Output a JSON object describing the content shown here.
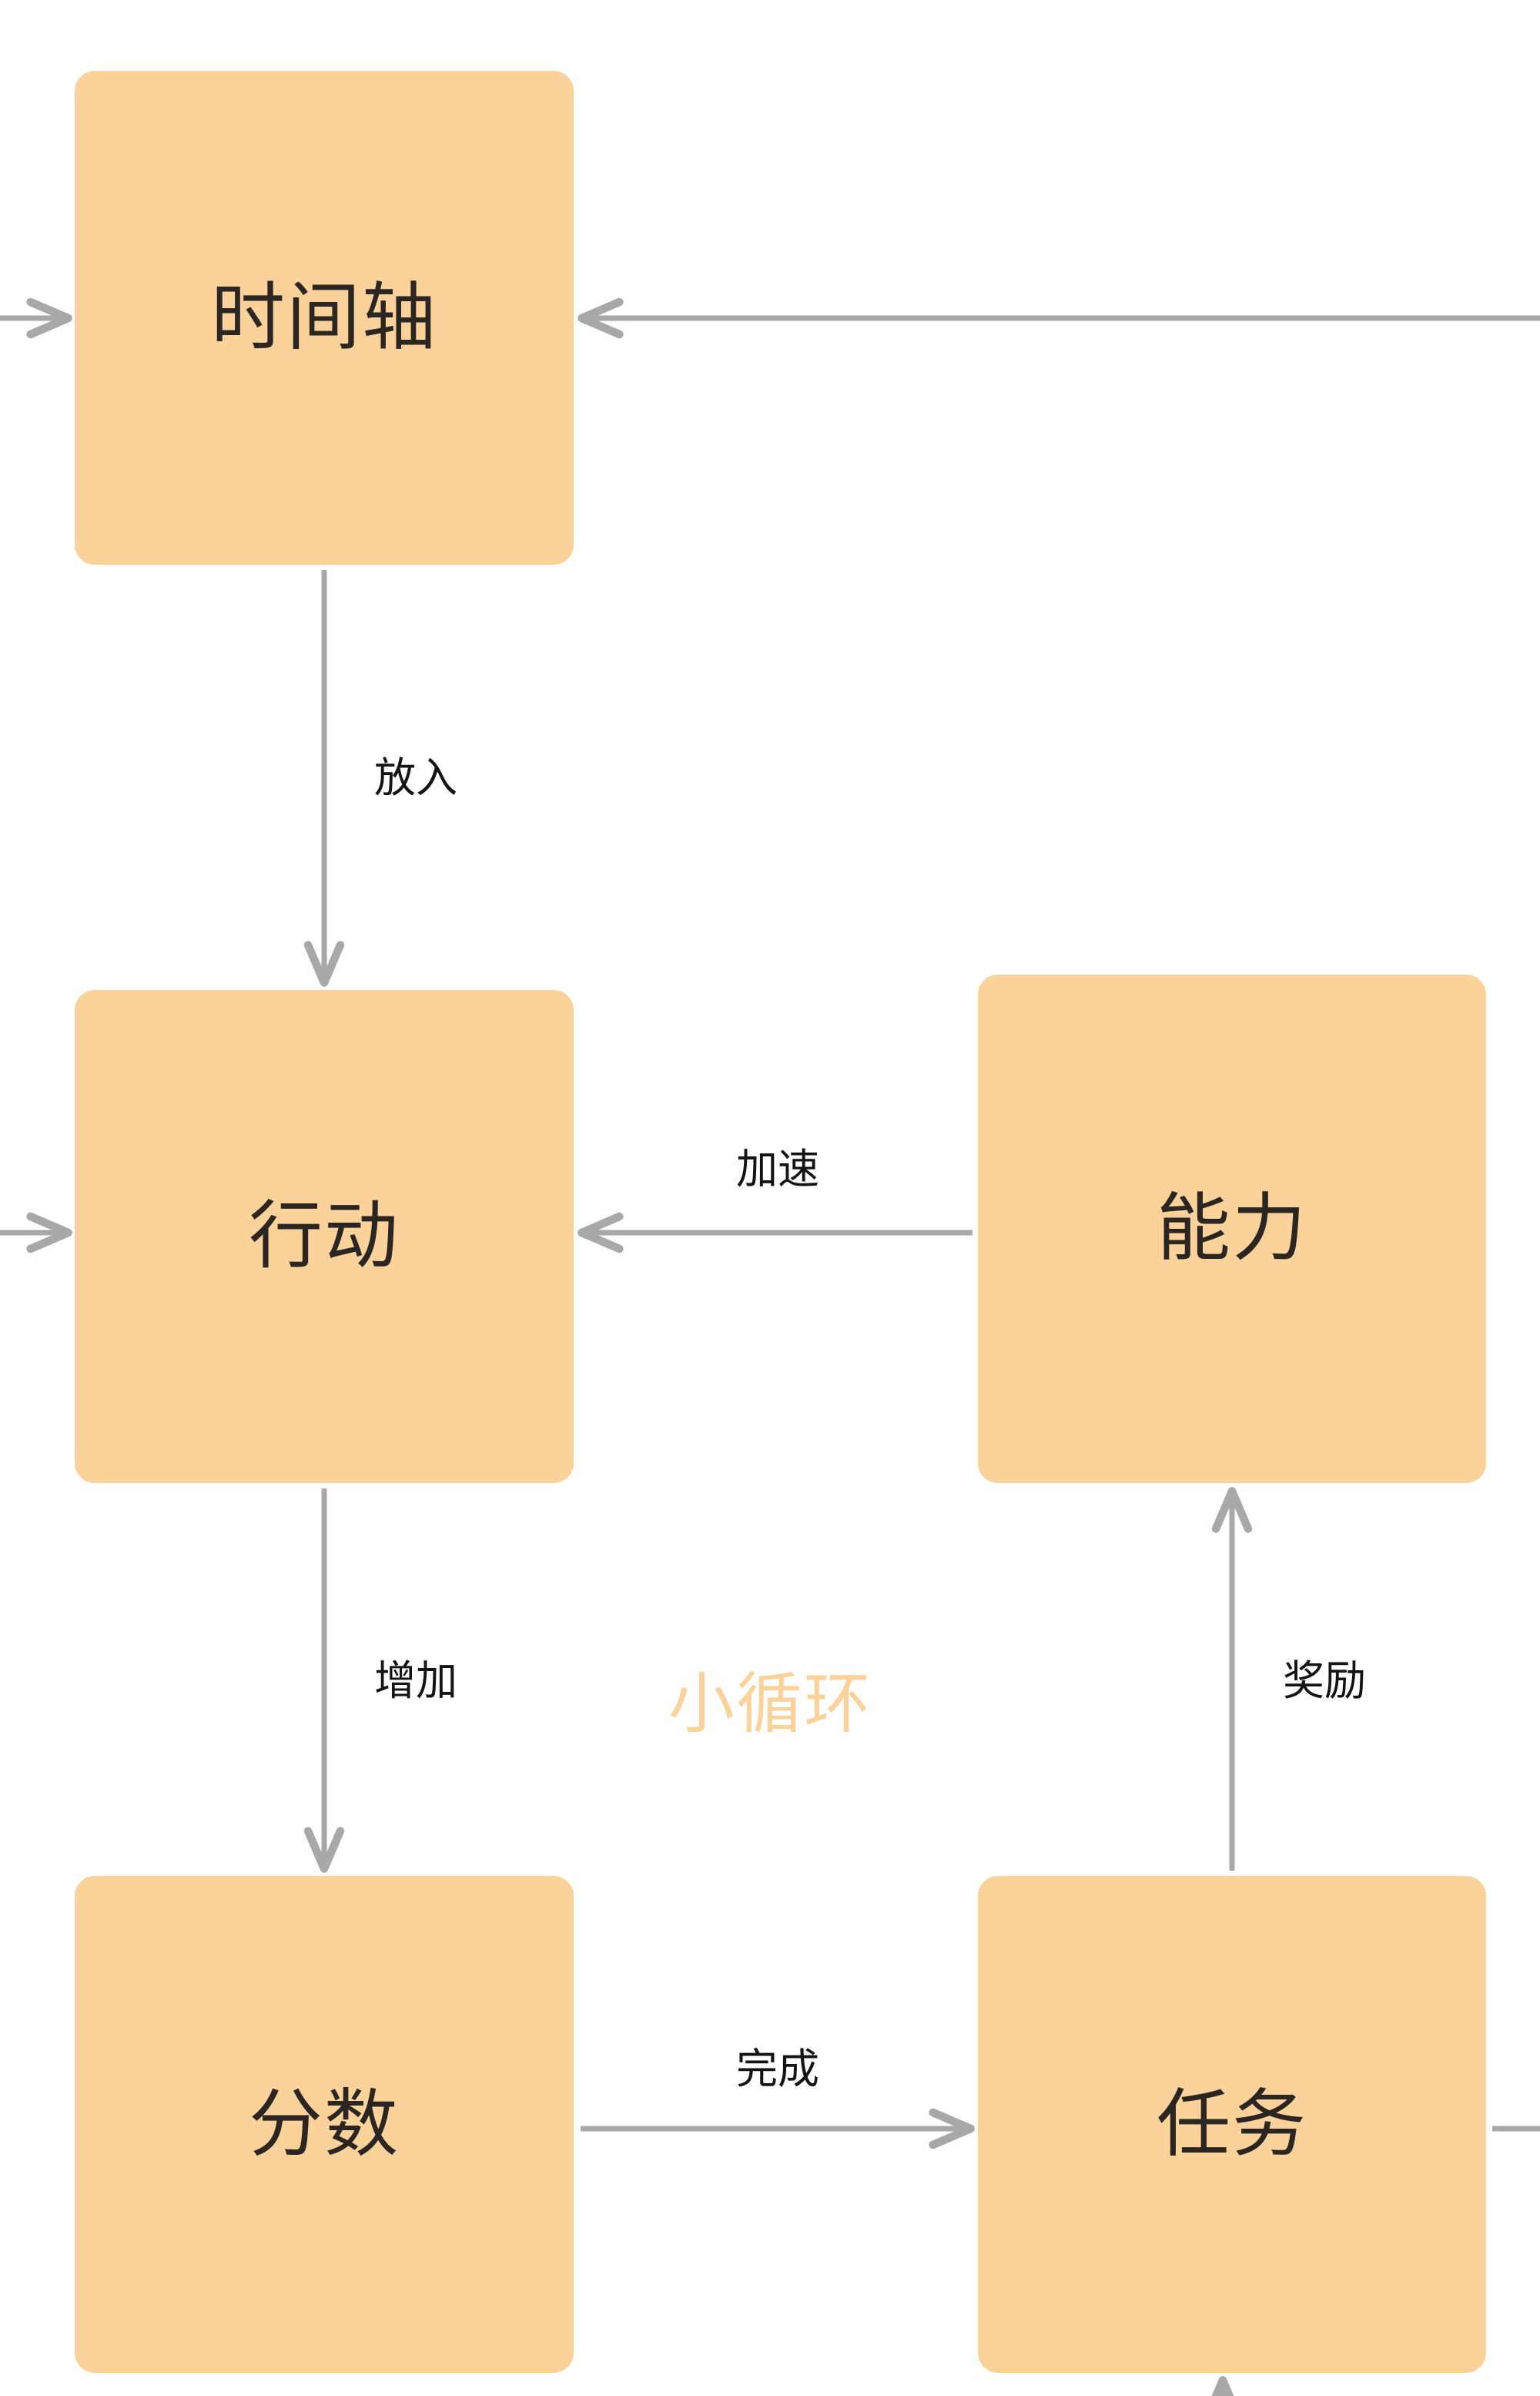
{
  "diagram": {
    "type": "flowchart",
    "background_color": "#ffffff",
    "node_fill_color": "#fad29a",
    "node_text_color": "#2b2622",
    "edge_color": "#a8a8a8",
    "watermark_color": "#fad29a",
    "watermark_text": "小循环",
    "nodes": [
      {
        "id": "timeline",
        "label": "时间轴"
      },
      {
        "id": "action",
        "label": "行动"
      },
      {
        "id": "ability",
        "label": "能力"
      },
      {
        "id": "score",
        "label": "分数"
      },
      {
        "id": "task",
        "label": "任务"
      }
    ],
    "edges": [
      {
        "from": "timeline",
        "to": "action",
        "label": "放入"
      },
      {
        "from": "ability",
        "to": "action",
        "label": "加速"
      },
      {
        "from": "action",
        "to": "score",
        "label": "增加"
      },
      {
        "from": "task",
        "to": "ability",
        "label": "奖励"
      },
      {
        "from": "score",
        "to": "task",
        "label": "完成"
      },
      {
        "from": "offscreen-left",
        "to": "timeline",
        "label": ""
      },
      {
        "from": "offscreen-right",
        "to": "timeline",
        "label": ""
      },
      {
        "from": "offscreen-left",
        "to": "action",
        "label": ""
      },
      {
        "from": "offscreen-bottom",
        "to": "task",
        "label": ""
      },
      {
        "from": "task",
        "to": "offscreen-right",
        "label": ""
      }
    ]
  }
}
